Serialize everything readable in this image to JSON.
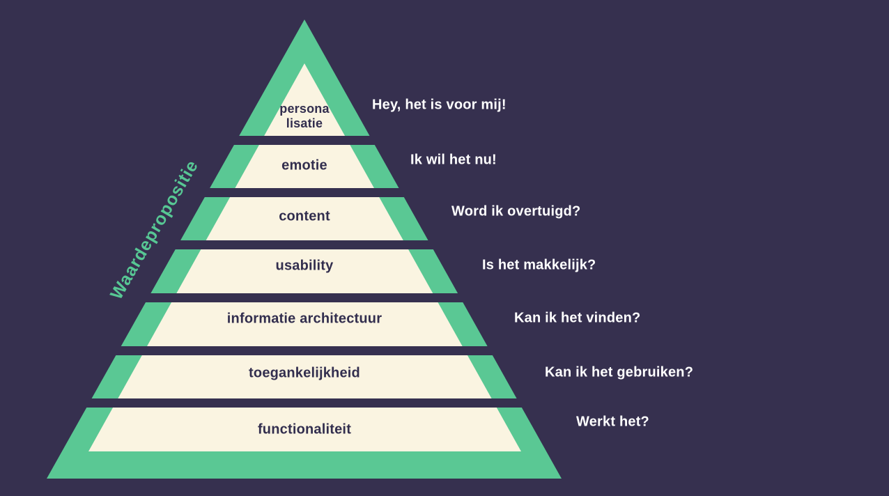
{
  "pyramid": {
    "title": "Waardepropositie",
    "colors": {
      "background": "#36304F",
      "green": "#5AC894",
      "cream": "#FAF4E1",
      "label_text": "#322E4E",
      "annotation_text": "#FFFFFF",
      "title_text": "#57C794"
    },
    "levels": [
      {
        "label": "persona\nlisatie",
        "annotation": "Hey, het is voor mij!"
      },
      {
        "label": "emotie",
        "annotation": "Ik wil het nu!"
      },
      {
        "label": "content",
        "annotation": "Word ik overtuigd?"
      },
      {
        "label": "usability",
        "annotation": "Is het makkelijk?"
      },
      {
        "label": "informatie architectuur",
        "annotation": "Kan ik het vinden?"
      },
      {
        "label": "toegankelijkheid",
        "annotation": "Kan ik het gebruiken?"
      },
      {
        "label": "functionaliteit",
        "annotation": "Werkt het?"
      }
    ]
  }
}
